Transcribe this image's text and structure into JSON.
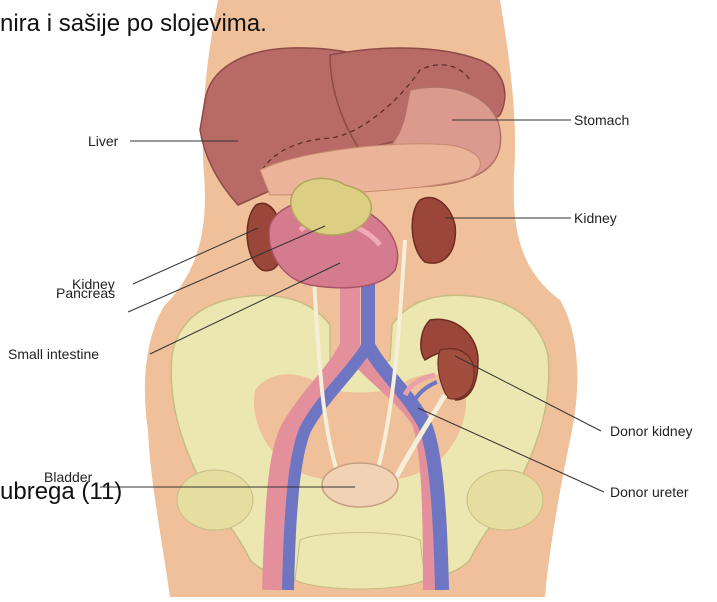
{
  "slide": {
    "caption_top": "nira i sašije po slojevima.",
    "caption_bottom": "ubrega (11)"
  },
  "labels": {
    "liver": "Liver",
    "stomach": "Stomach",
    "kidney_right": "Kidney",
    "kidney_left": "Kidney",
    "pancreas": "Pancreas",
    "small_intestine": "Small intestine",
    "donor_kidney": "Donor kidney",
    "donor_ureter": "Donor ureter",
    "bladder": "Bladder"
  },
  "colors": {
    "skin": "#efc09a",
    "bone": "#ece7b0",
    "liver": "#b86a66",
    "stomach": "#dc9a8e",
    "kidney": "#9a4638",
    "pancreas": "#dccf84",
    "intestine": "#d57b8e",
    "aorta": "#e3909c",
    "vein": "#6e76c4"
  }
}
